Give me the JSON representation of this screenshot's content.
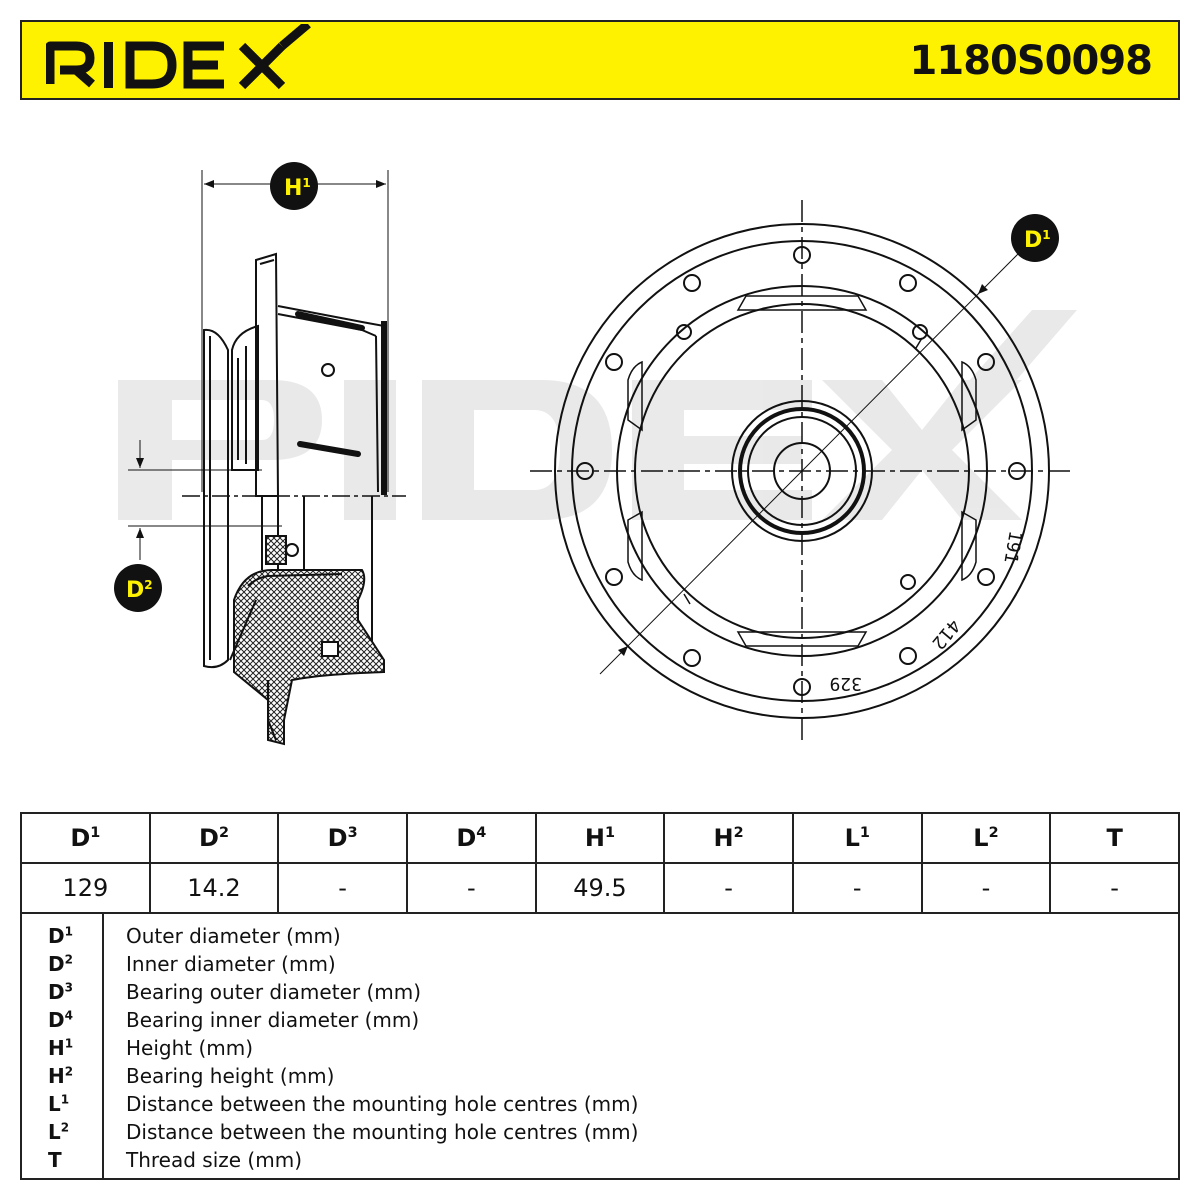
{
  "header": {
    "brand": "RIDEX",
    "part_number": "1180S0098",
    "background_color": "#fff200"
  },
  "drawing": {
    "watermark": "RIDEX",
    "callouts": {
      "h1": {
        "base": "H",
        "sup": "1"
      },
      "d1": {
        "base": "D",
        "sup": "1"
      },
      "d2": {
        "base": "D",
        "sup": "2"
      }
    },
    "stamped_numbers": [
      "191",
      "412",
      "329"
    ]
  },
  "specs": {
    "headers": [
      {
        "base": "D",
        "sup": "1"
      },
      {
        "base": "D",
        "sup": "2"
      },
      {
        "base": "D",
        "sup": "3"
      },
      {
        "base": "D",
        "sup": "4"
      },
      {
        "base": "H",
        "sup": "1"
      },
      {
        "base": "H",
        "sup": "2"
      },
      {
        "base": "L",
        "sup": "1"
      },
      {
        "base": "L",
        "sup": "2"
      },
      {
        "base": "T",
        "sup": ""
      }
    ],
    "values": [
      "129",
      "14.2",
      "-",
      "-",
      "49.5",
      "-",
      "-",
      "-",
      "-"
    ]
  },
  "legend": [
    {
      "base": "D",
      "sup": "1",
      "text": "Outer diameter (mm)"
    },
    {
      "base": "D",
      "sup": "2",
      "text": "Inner diameter (mm)"
    },
    {
      "base": "D",
      "sup": "3",
      "text": "Bearing outer diameter (mm)"
    },
    {
      "base": "D",
      "sup": "4",
      "text": "Bearing inner diameter (mm)"
    },
    {
      "base": "H",
      "sup": "1",
      "text": "Height (mm)"
    },
    {
      "base": "H",
      "sup": "2",
      "text": "Bearing height (mm)"
    },
    {
      "base": "L",
      "sup": "1",
      "text": "Distance between the mounting hole centres (mm)"
    },
    {
      "base": "L",
      "sup": "2",
      "text": "Distance between the mounting hole centres (mm)"
    },
    {
      "base": "T",
      "sup": "",
      "text": "Thread size (mm)"
    }
  ]
}
